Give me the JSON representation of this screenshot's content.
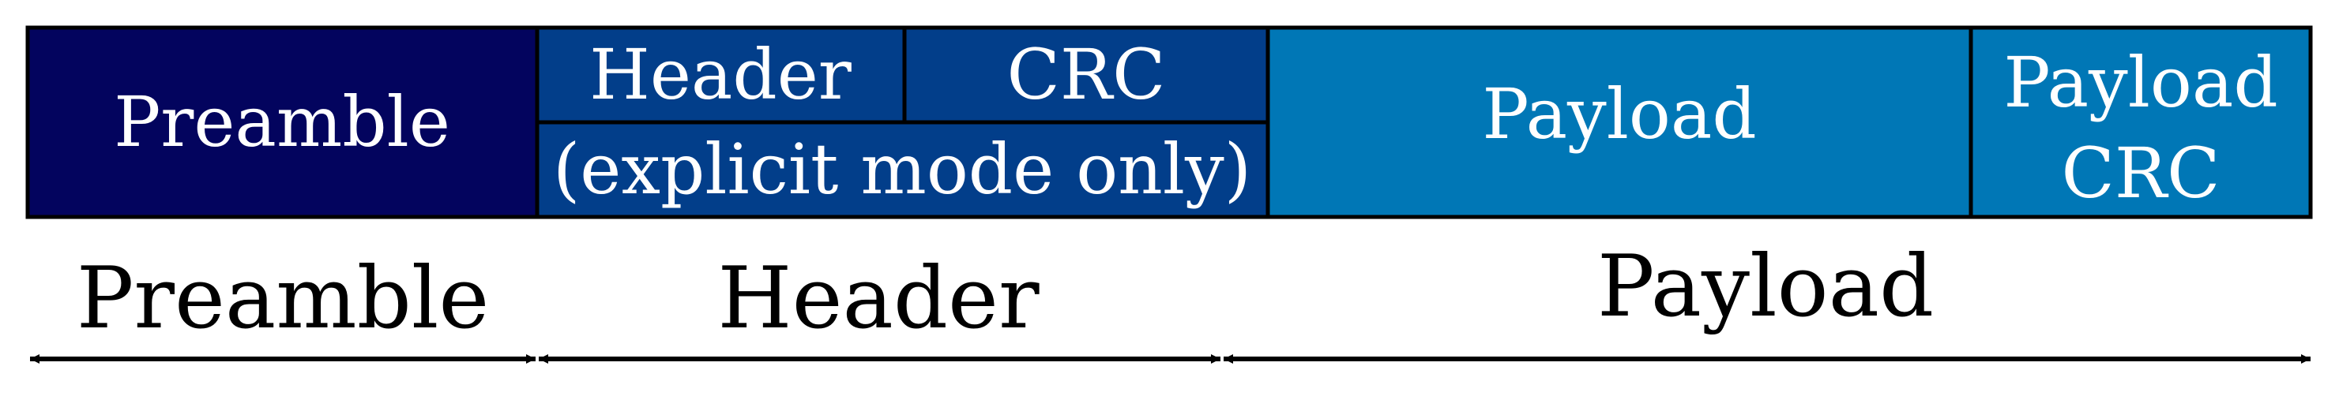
{
  "colors": {
    "preamble": "#03045E",
    "header": "#023E8A",
    "payload": "#0077B6",
    "outline": "#000000"
  },
  "frame": {
    "preamble": "Preamble",
    "header": "Header",
    "header_crc": "CRC",
    "header_note": "(explicit mode only)",
    "payload": "Payload",
    "payload_crc_line1": "Payload",
    "payload_crc_line2": "CRC"
  },
  "spans": {
    "preamble": "Preamble",
    "header": "Header",
    "payload": "Payload"
  }
}
